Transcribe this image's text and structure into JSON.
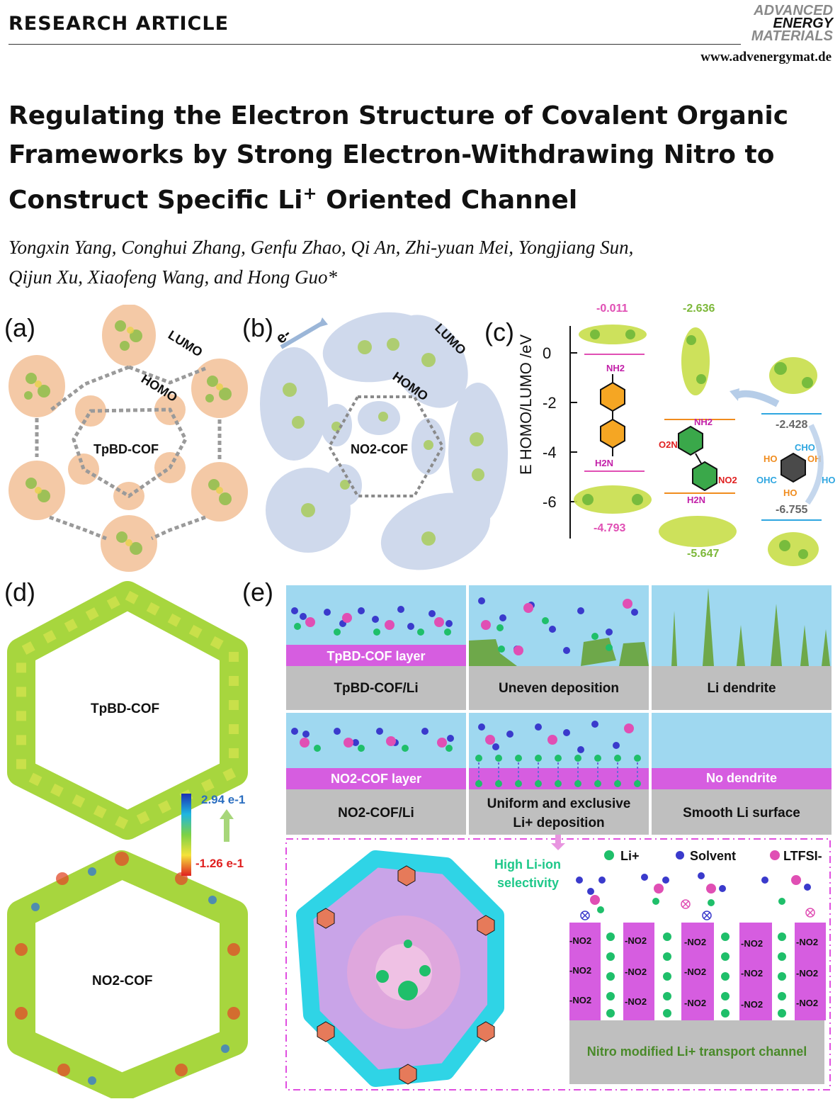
{
  "header": {
    "section_label": "RESEARCH ARTICLE",
    "journal_logo_line1": "ADVANCED",
    "journal_logo_line2": "ENERGY",
    "journal_logo_line3": "MATERIALS",
    "url": "www.advenergymat.de"
  },
  "article": {
    "title_line1": "Regulating the Electron Structure of Covalent Organic",
    "title_line2": "Frameworks by Strong Electron-Withdrawing Nitro to",
    "title_line3": "Construct Specific Li",
    "title_sup": "+",
    "title_line3_end": " Oriented Channel",
    "authors_line1": "Yongxin Yang, Conghui Zhang, Genfu Zhao, Qi An, Zhi-yuan Mei, Yongjiang Sun,",
    "authors_line2": "Qijun Xu, Xiaofeng Wang, and Hong Guo*"
  },
  "figure": {
    "panel_labels": [
      "(a)",
      "(b)",
      "(c)",
      "(d)",
      "(e)"
    ],
    "panel_a": {
      "center_label": "TpBD-COF",
      "lumo": "LUMO",
      "homo": "HOMO"
    },
    "panel_b": {
      "center_label": "NO2-COF",
      "lumo": "LUMO",
      "homo": "HOMO",
      "electron": "e-"
    },
    "panel_c": {
      "yticks": [
        "0",
        "-2",
        "-4",
        "-6"
      ],
      "ylabel": "E HOMO/LUMO /eV",
      "values": [
        "-0.011",
        "-4.793",
        "-2.636",
        "-5.647",
        "-2.428",
        "-6.755"
      ],
      "chem_labels": [
        "NH2",
        "H2N",
        "NH2",
        "O2N",
        "NO2",
        "H2N",
        "CHO",
        "HO",
        "OH",
        "OHC",
        "HO",
        "HO"
      ]
    },
    "panel_d": {
      "top_label": "TpBD-COF",
      "bottom_label": "NO2-COF",
      "scale_max": "2.94 e-1",
      "scale_min": "-1.26 e-1"
    },
    "panel_e": {
      "row1": [
        "TpBD-COF layer",
        "TpBD-COF/Li",
        "Uneven deposition",
        "Li dendrite"
      ],
      "row2": [
        "NO2-COF layer",
        "NO2-COF/Li",
        "Uniform and exclusive",
        "Li+ deposition",
        "No dendrite",
        "Smooth Li surface"
      ],
      "selectivity_line1": "High Li-ion",
      "selectivity_line2": "selectivity",
      "legend": [
        "Li+",
        "Solvent",
        "LTFSI-"
      ],
      "channel_group": "-NO2",
      "channel_caption": "Nitro modified Li+ transport channel"
    }
  }
}
